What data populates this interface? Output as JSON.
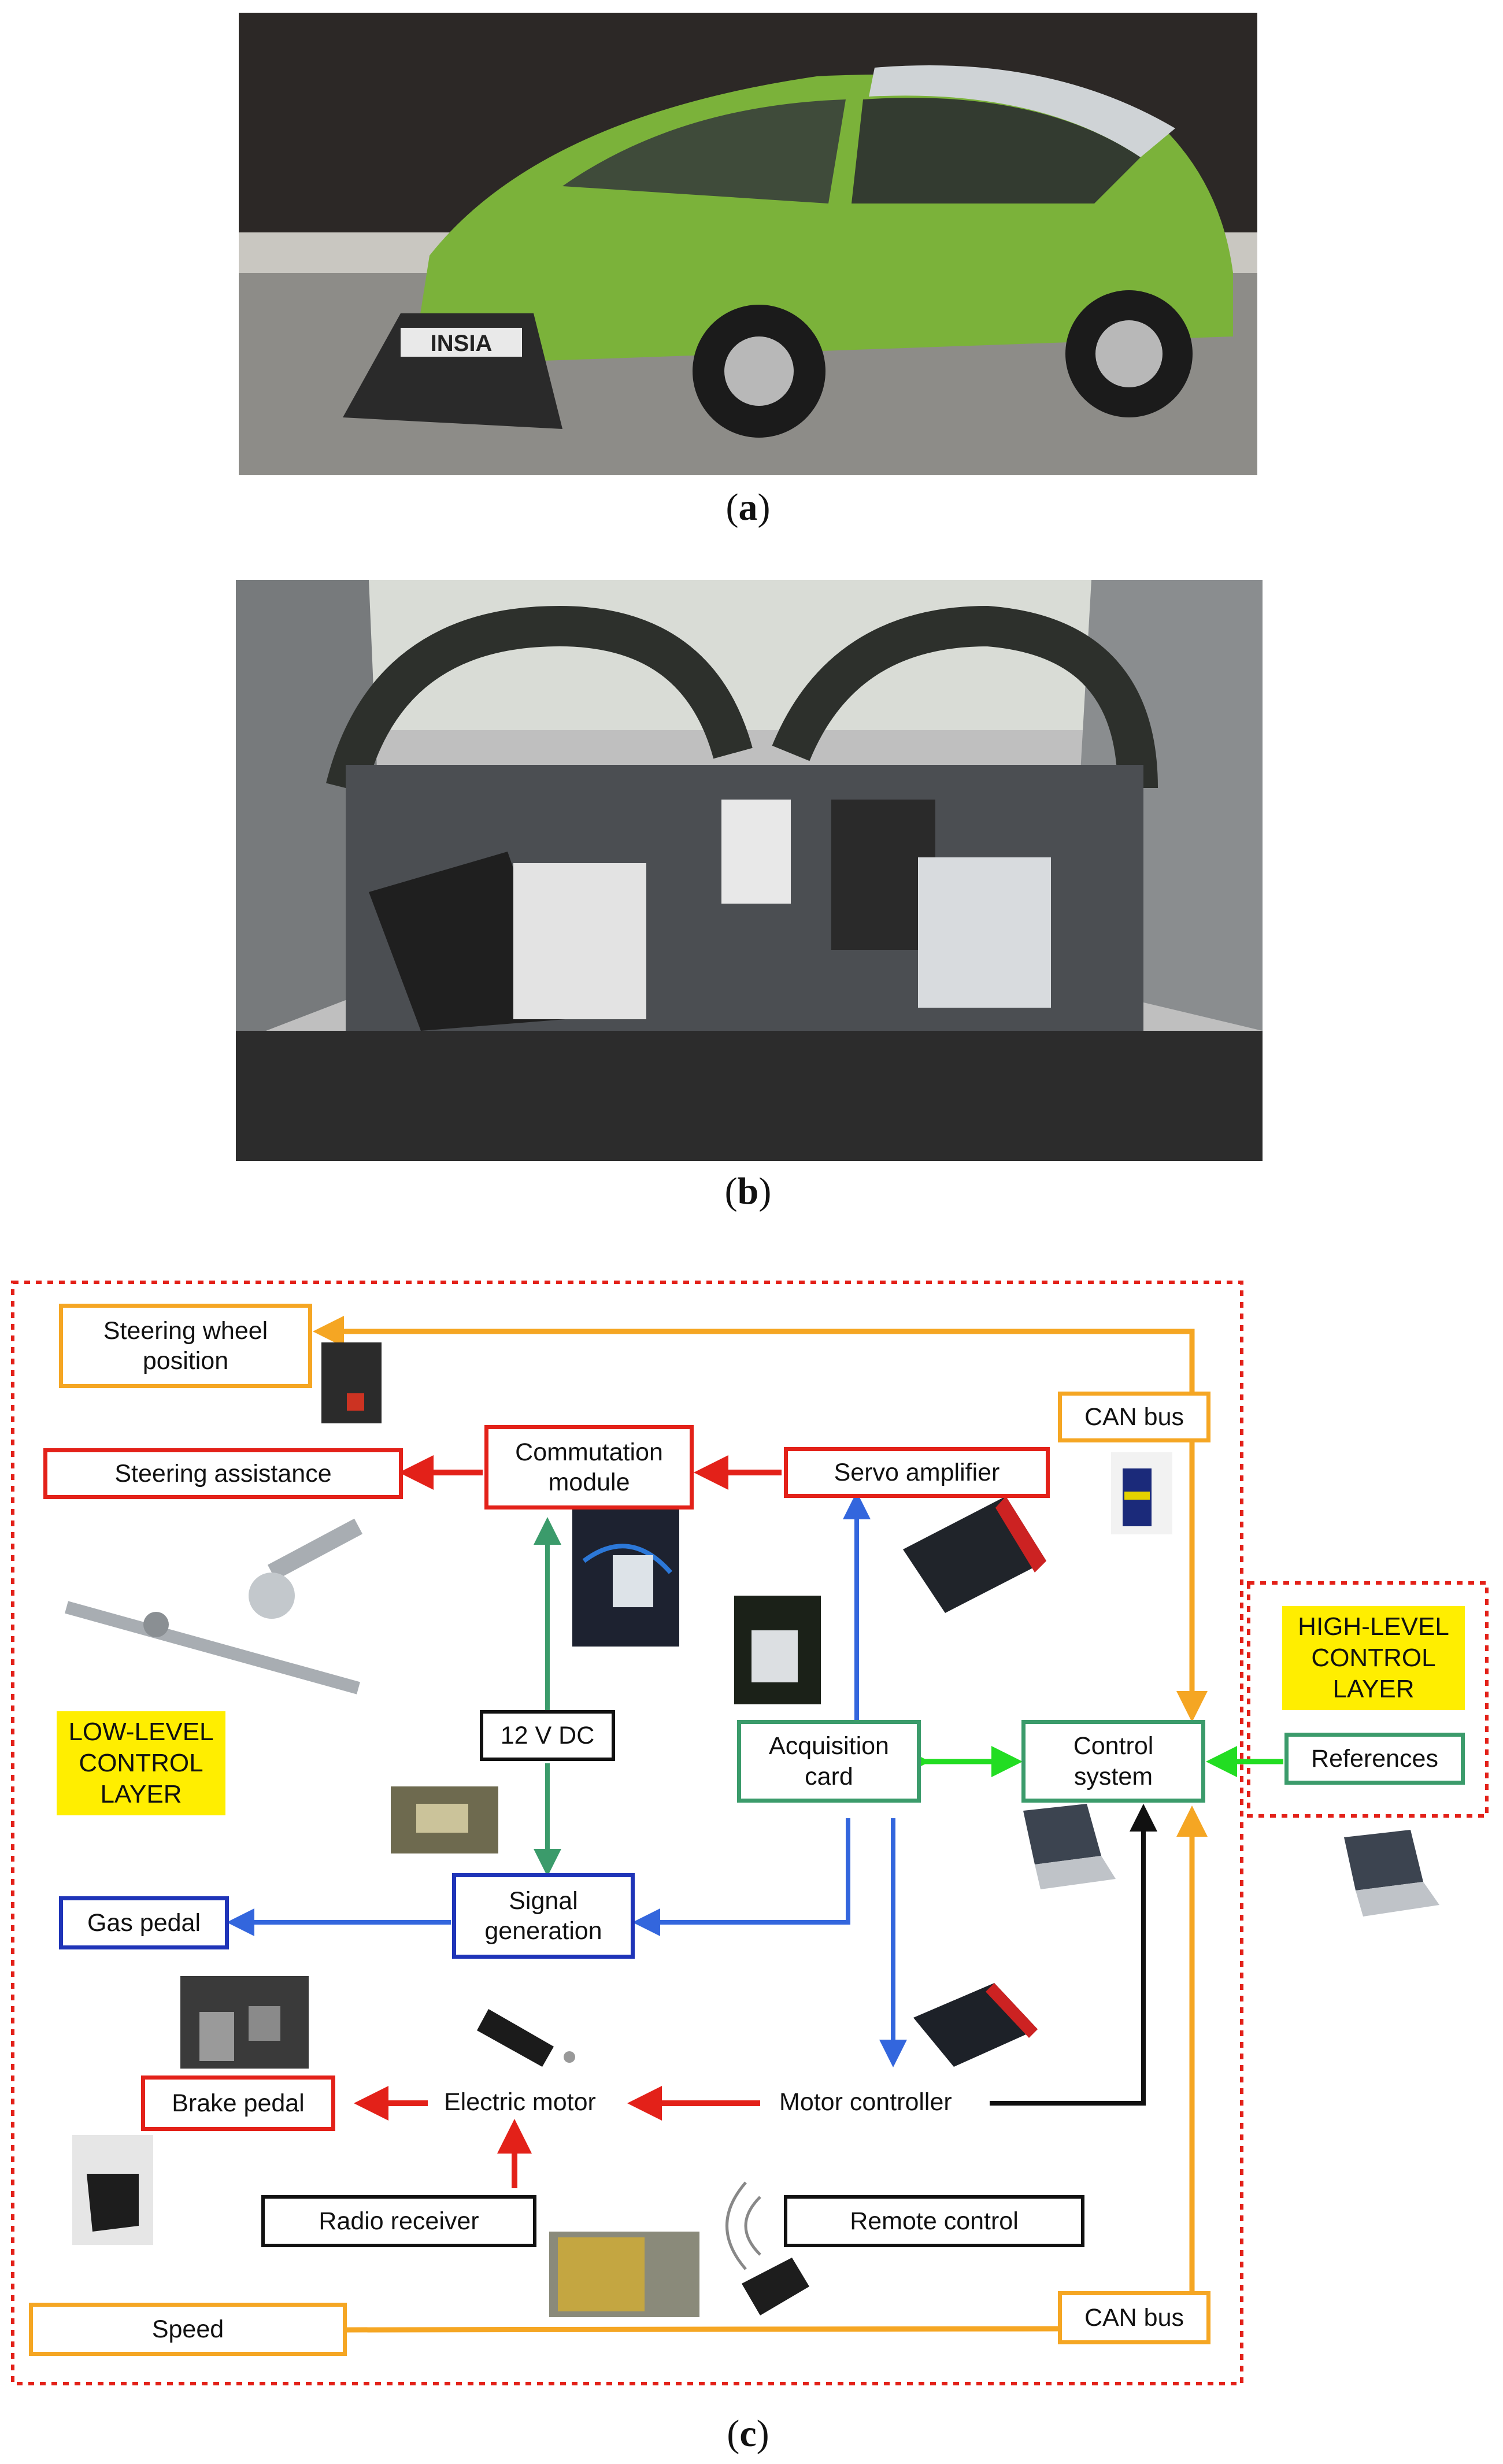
{
  "captions": {
    "a": "a",
    "b": "b",
    "c": "c"
  },
  "vehicle_photo": {
    "plate": "INSIA"
  },
  "diagram": {
    "steering_wheel_position": "Steering wheel\nposition",
    "can_bus_top": "CAN bus",
    "steering_assistance": "Steering assistance",
    "commutation_module": "Commutation\nmodule",
    "servo_amplifier": "Servo amplifier",
    "low_level_layer": "LOW-LEVEL\nCONTROL\nLAYER",
    "high_level_layer": "HIGH-LEVEL\nCONTROL\nLAYER",
    "dc_12v": "12 V DC",
    "acquisition_card": "Acquisition\ncard",
    "control_system": "Control\nsystem",
    "references": "References",
    "gas_pedal": "Gas pedal",
    "signal_generation": "Signal\ngeneration",
    "brake_pedal": "Brake pedal",
    "electric_motor": "Electric motor",
    "motor_controller": "Motor controller",
    "radio_receiver": "Radio receiver",
    "remote_control": "Remote control",
    "speed": "Speed",
    "can_bus_bottom": "CAN bus"
  },
  "colors": {
    "red": "#e32119",
    "orange": "#f5a623",
    "green": "#3b9b6b",
    "blue": "#1f34b8",
    "bright_green": "#22dd22",
    "arrow_blue": "#3366dd",
    "label_yellow": "#ffee00"
  }
}
